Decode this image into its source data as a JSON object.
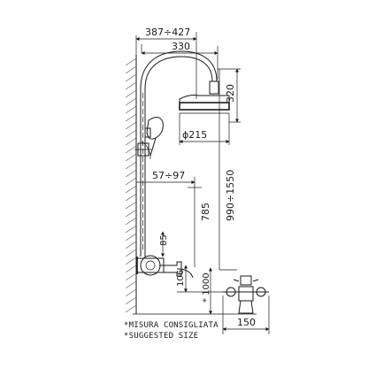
{
  "dimensions": {
    "width_range": "387÷427",
    "width_arm": "330",
    "head_drop": "320",
    "head_diameter": "ϕ215",
    "handshower_offset": "57÷97",
    "total_height": "990÷1550",
    "bar_length": "785",
    "mixer_to_bar": "85",
    "mixer_offset": "106",
    "mixer_height": "* 1000",
    "mixer_width": "150"
  },
  "notes": {
    "line1": "*MISURA CONSIGLIATA",
    "line2": "*SUGGESTED SIZE"
  }
}
